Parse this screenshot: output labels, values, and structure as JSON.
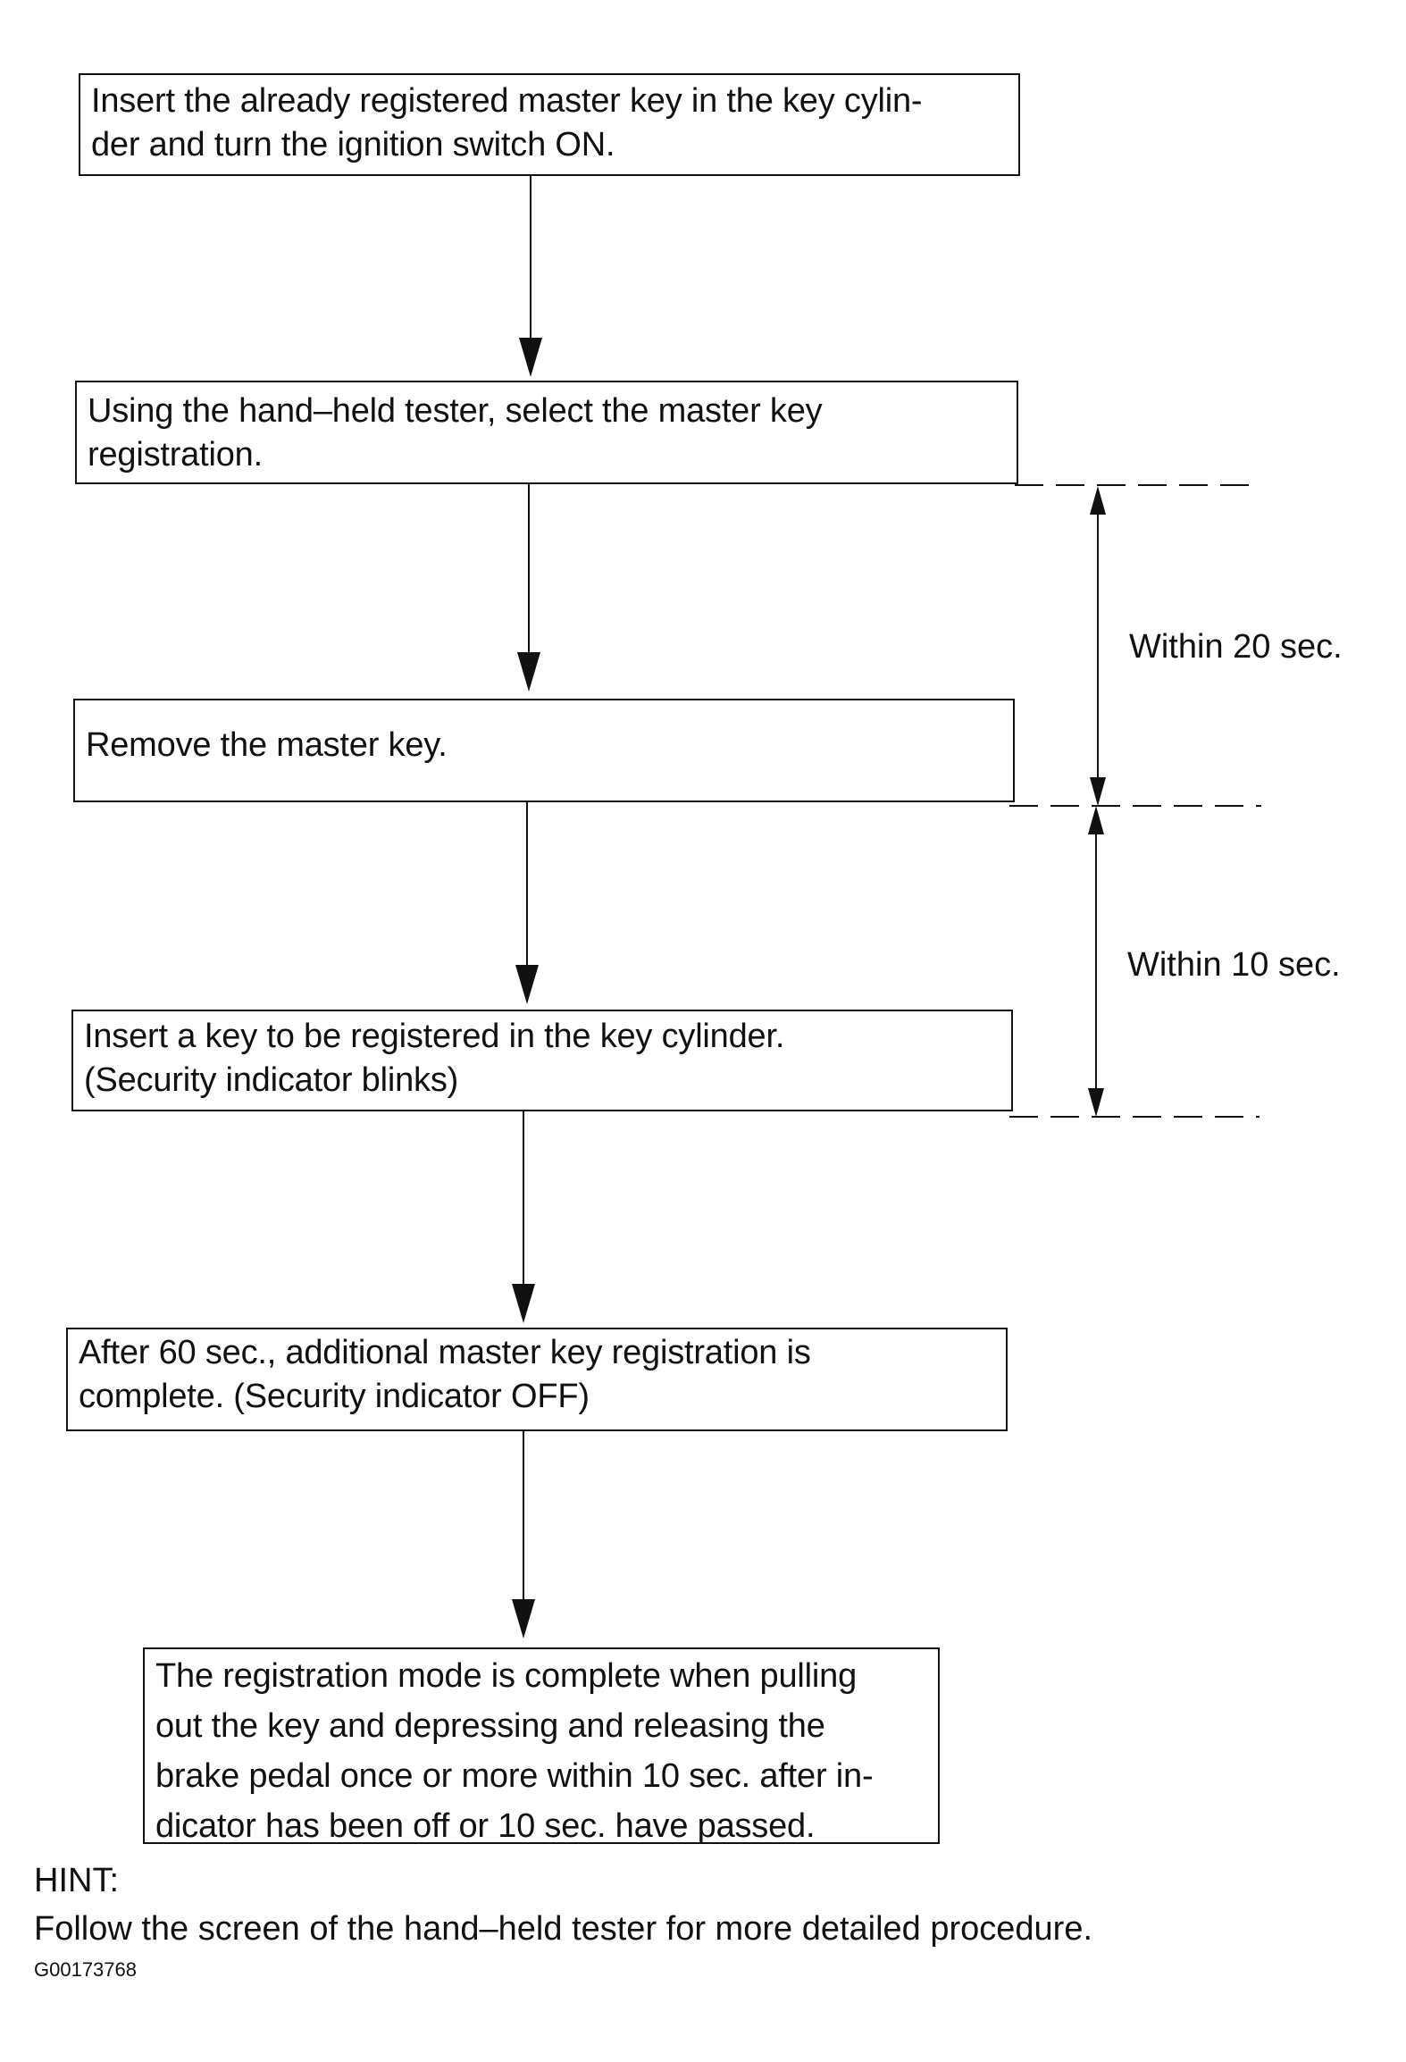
{
  "steps": [
    {
      "lines": [
        "Insert the already registered master key in the key cylin-",
        "der and turn the ignition switch ON."
      ]
    },
    {
      "lines": [
        "Using the hand–held tester, select the master key",
        "registration."
      ]
    },
    {
      "lines": [
        "Remove the master key."
      ]
    },
    {
      "lines": [
        "Insert a key to be registered in the key cylinder.",
        "(Security indicator blinks)"
      ]
    },
    {
      "lines": [
        "After 60 sec., additional master key registration is",
        "complete. (Security indicator OFF)"
      ]
    },
    {
      "lines": [
        "The registration mode is complete when pulling",
        "out the key and depressing and releasing the",
        "brake pedal once or more within 10 sec. after in-",
        "dicator has been off or 10 sec. have passed."
      ]
    }
  ],
  "timing": [
    {
      "label": "Within 20 sec."
    },
    {
      "label": "Within 10 sec."
    }
  ],
  "hint": {
    "title": "HINT:",
    "text": "Follow the screen of the hand–held tester for more detailed procedure."
  },
  "figure_id": "G00173768"
}
